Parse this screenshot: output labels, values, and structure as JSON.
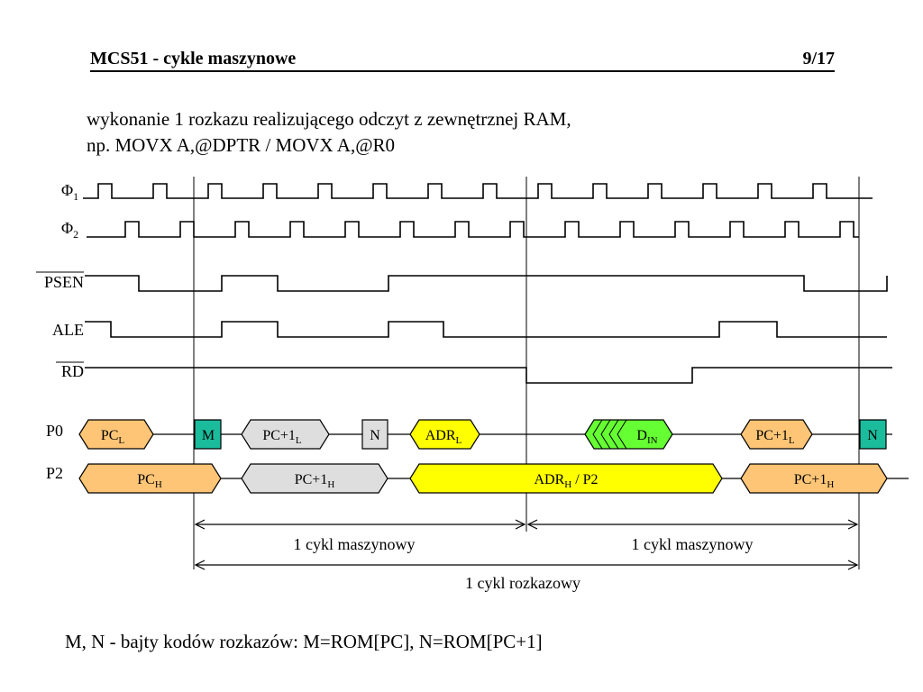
{
  "header": {
    "title": "MCS51 - cykle maszynowe",
    "page": "9/17"
  },
  "intro": {
    "line1": "wykonanie 1 rozkazu realizującego odczyt z zewnętrznej RAM,",
    "line2": "np. MOVX A,@DPTR / MOVX A,@R0"
  },
  "signals": {
    "phi1": {
      "base": "Φ",
      "sub": "1"
    },
    "phi2": {
      "base": "Φ",
      "sub": "2"
    },
    "psen": "PSEN",
    "ale": "ALE",
    "rd": "RD",
    "p0": "P0",
    "p2": "P2"
  },
  "p0_segments": [
    {
      "base": "PC",
      "sub": "L",
      "color": "#fdc575"
    },
    {
      "base": "M",
      "sub": "",
      "color": "#1abc9c"
    },
    {
      "base": "PC+1",
      "sub": "L",
      "color": "#dedede"
    },
    {
      "base": "N",
      "sub": "",
      "color": "#dedede"
    },
    {
      "base": "ADR",
      "sub": "L",
      "color": "#ffff00"
    },
    {
      "base": "D",
      "sub": "IN",
      "color": "#66ff33"
    },
    {
      "base": "PC+1",
      "sub": "L",
      "color": "#fdc575"
    },
    {
      "base": "N",
      "sub": "",
      "color": "#1abc9c"
    }
  ],
  "p2_segments": [
    {
      "base": "PC",
      "sub": "H",
      "after": "",
      "color": "#fdc575"
    },
    {
      "base": "PC+1",
      "sub": "H",
      "after": "",
      "color": "#dedede"
    },
    {
      "base": "ADR",
      "sub": "H",
      "after": " / P2",
      "color": "#ffff00"
    },
    {
      "base": "PC+1",
      "sub": "H",
      "after": "",
      "color": "#fdc575"
    }
  ],
  "cycles": {
    "machine_cycle_1": "1 cykl maszynowy",
    "machine_cycle_2": "1 cykl maszynowy",
    "instruction_cycle": "1 cykl rozkazowy"
  },
  "footnote": "M, N - bajty kodów rozkazów: M=ROM[PC], N=ROM[PC+1]"
}
